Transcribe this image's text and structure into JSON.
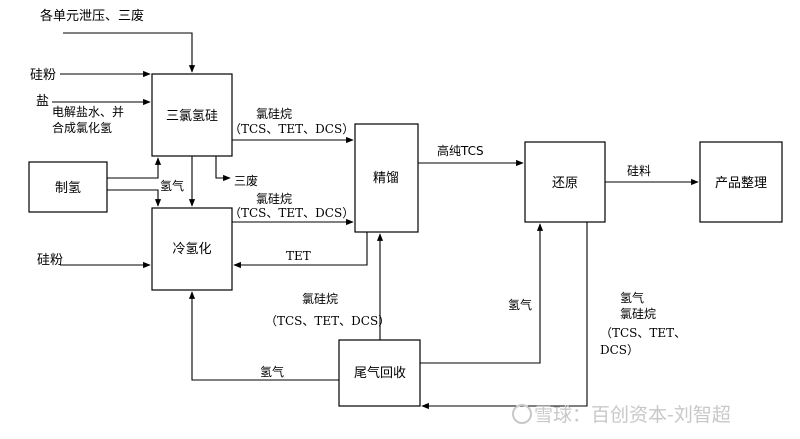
{
  "nodes": {
    "trichlorosilane": "三氯氢硅",
    "hydrogen_production": "制氢",
    "cold_hydrogenation": "冷氢化",
    "rectification": "精馏",
    "reduction": "还原",
    "product_finishing": "产品整理",
    "tail_gas_recovery": "尾气回收"
  },
  "inputs": {
    "unit_release": "各单元泄压、三废",
    "silicon_powder_top": "硅粉",
    "salt": "盐",
    "electrolysis_line1": "电解盐水、并",
    "electrolysis_line2": "合成氯化氢",
    "silicon_powder_bottom": "硅粉"
  },
  "edge_labels": {
    "chlorosilane_1": "氯硅烷",
    "chlorosilane_1_detail": "（TCS、TET、DCS）",
    "three_wastes": "三废",
    "hydrogen_from_plant": "氢气",
    "chlorosilane_2": "氯硅烷",
    "chlorosilane_2_detail": "（TCS、TET、DCS）",
    "tet_return": "TET",
    "high_purity_tcs": "高纯TCS",
    "silicon_material": "硅料",
    "chlorosilane_3": "氯硅烷",
    "chlorosilane_3_detail": "（TCS、TET、DCS）",
    "hydrogen_to_reduction": "氢气",
    "hydrogen_to_cold": "氢气",
    "tail_hydrogen": "氢气",
    "tail_chlorosilane": "氯硅烷",
    "tail_detail_line1": "（TCS、TET、",
    "tail_detail_line2": "DCS）"
  },
  "watermark": "雪球：百创资本-刘智超"
}
